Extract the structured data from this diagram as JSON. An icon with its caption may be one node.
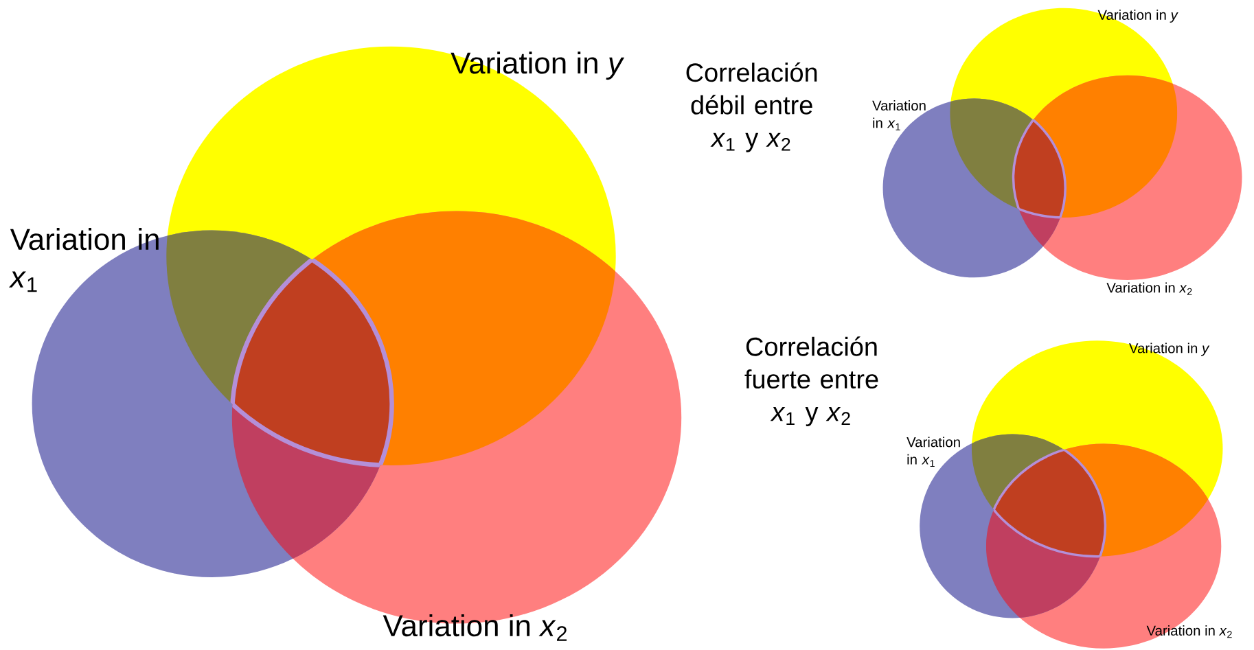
{
  "diagram": {
    "labels": [
      "Variation in *y*",
      "Variation in *x*$_{1}$",
      "Variation in *x*$_{2}$",
      "Correlación débil entre *x*$_{1}$ y *x*$_{2}$",
      "Variation in *y*",
      "Variation in *x*$_{1}$",
      "Variation in *x*$_{2}$",
      "Correlación fuerte entre *x*$_{1}$ y *x*$_{2}$",
      "Variation in *y*",
      "Variation in *x*$_{1}$",
      "Variation in *x*$_{2}$"
    ]
  }
}
